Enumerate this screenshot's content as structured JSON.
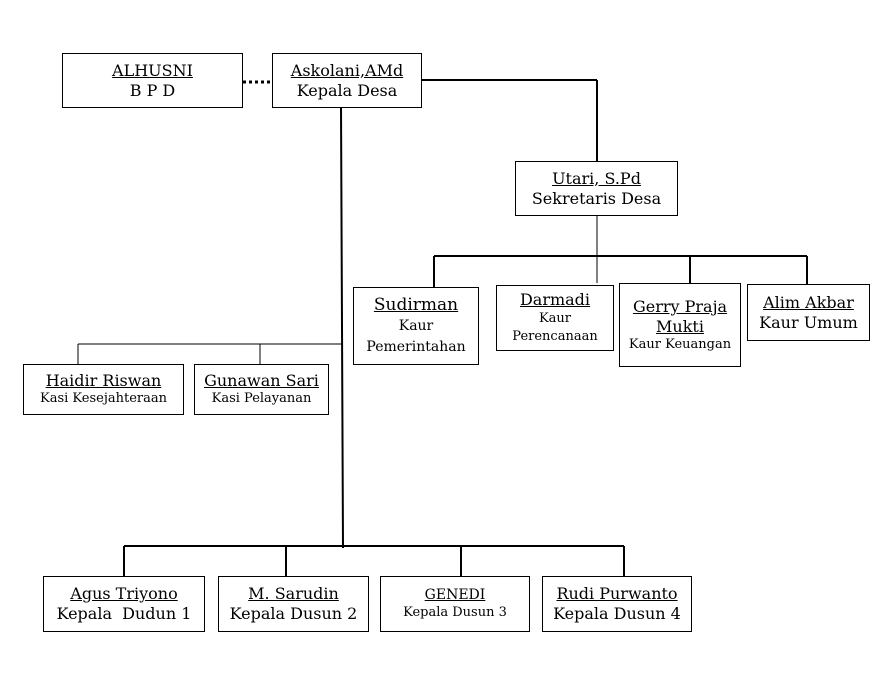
{
  "org_chart": {
    "bpd": {
      "name": "ALHUSNI",
      "title": "B P D"
    },
    "kepala_desa": {
      "name": "Askolani,AMd",
      "title": "Kepala Desa"
    },
    "sekretaris": {
      "name": "Utari, S.Pd",
      "title": "Sekretaris Desa"
    },
    "kaur_pemerintahan": {
      "name": "Sudirman",
      "title": "Kaur Pemerintahan"
    },
    "kaur_perencanaan": {
      "name": "Darmadi",
      "title": "Kaur Perencanaan"
    },
    "kaur_keuangan": {
      "name": "Gerry Praja Mukti",
      "title": "Kaur Keuangan"
    },
    "kaur_umum": {
      "name": "Alim Akbar",
      "title": "Kaur Umum"
    },
    "kasi_kesejahteraan": {
      "name": "Haidir Riswan",
      "title": "Kasi Kesejahteraan"
    },
    "kasi_pelayanan": {
      "name": "Gunawan Sari",
      "title": "Kasi Pelayanan"
    },
    "kadus_1": {
      "name": "Agus Triyono",
      "title": "Kepala  Dudun 1"
    },
    "kadus_2": {
      "name": "M. Sarudin",
      "title": "Kepala Dusun 2"
    },
    "kadus_3": {
      "name": "GENEDI",
      "title": "Kepala Dusun 3"
    },
    "kadus_4": {
      "name": "Rudi Purwanto",
      "title": "Kepala Dusun 4"
    }
  }
}
